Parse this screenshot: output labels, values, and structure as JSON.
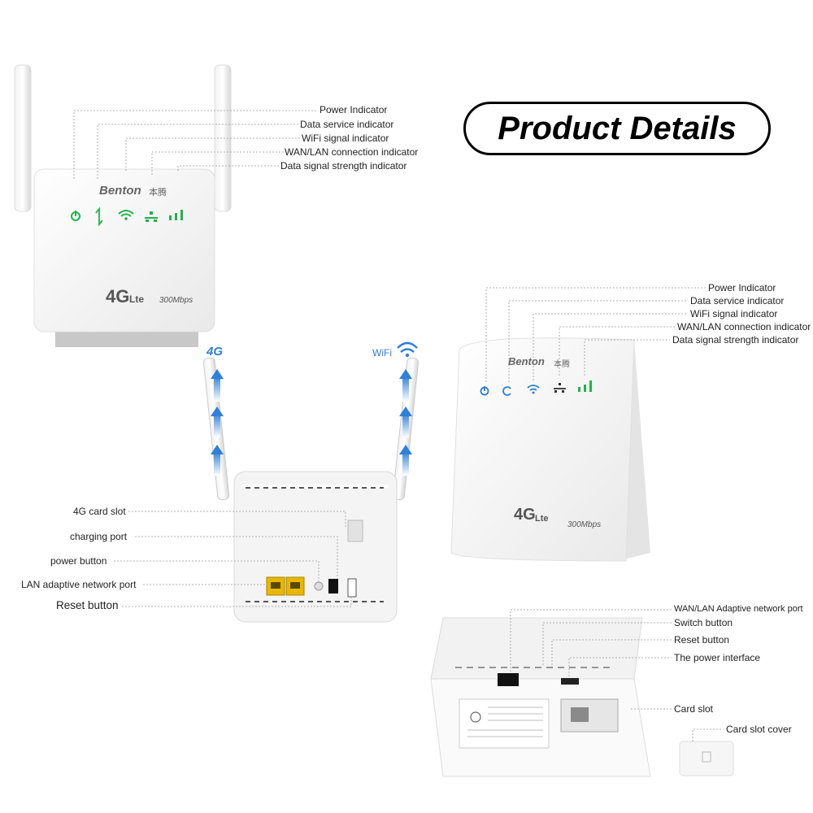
{
  "title": "Product Details",
  "router1": {
    "brand": "Benton",
    "brand_cn": "本腾",
    "model": "4G",
    "model_suffix": "Lte",
    "speed": "300Mbps",
    "labels": [
      "Power Indicator",
      "Data service indicator",
      "WiFi signal indicator",
      "WAN/LAN connection indicator",
      "Data signal strength indicator"
    ]
  },
  "router_back": {
    "antenna_left": "4G",
    "antenna_right": "WiFi",
    "labels": [
      "4G card slot",
      "charging port",
      "power button",
      "LAN adaptive network port",
      "Reset button"
    ]
  },
  "router2": {
    "brand": "Benton",
    "brand_cn": "本腾",
    "model": "4G",
    "model_suffix": "Lte",
    "speed": "300Mbps",
    "labels": [
      "Power Indicator",
      "Data service indicator",
      "WiFi signal indicator",
      "WAN/LAN connection indicator",
      "Data signal strength indicator"
    ]
  },
  "router2_back": {
    "labels": [
      "WAN/LAN Adaptive network port",
      "Switch button",
      "Reset button",
      "The power interface",
      "Card slot",
      "Card slot cover"
    ]
  },
  "colors": {
    "led_green": "#22b24c",
    "led_blue": "#2a7fd4",
    "arrow_blue": "#2f80d8",
    "port_yellow": "#e8b800"
  }
}
